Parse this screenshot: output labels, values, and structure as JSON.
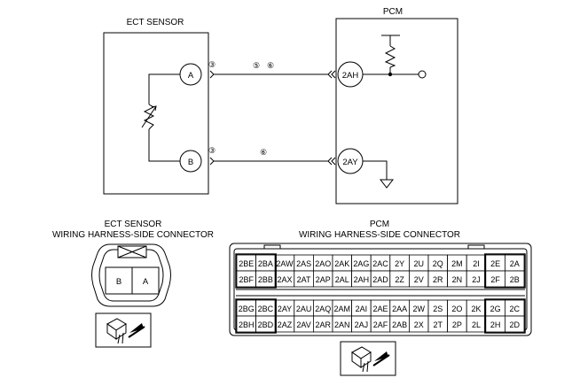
{
  "schematic": {
    "ect_sensor_title": "ECT SENSOR",
    "pcm_title": "PCM",
    "pin_a": "A",
    "pin_b": "B",
    "pin_2ah": "2AH",
    "pin_2ay": "2AY",
    "note_a_sensor": "③",
    "note_a_wire_1": "⑤",
    "note_a_wire_2": "⑥",
    "note_b_sensor": "③",
    "note_b_wire": "⑥"
  },
  "ect_connector": {
    "title_line1": "ECT SENSOR",
    "title_line2": "WIRING HARNESS-SIDE CONNECTOR",
    "terminals": [
      "B",
      "A"
    ]
  },
  "pcm_connector": {
    "title_line1": "PCM",
    "title_line2": "WIRING HARNESS-SIDE CONNECTOR",
    "rows": [
      [
        "2BE",
        "2BA",
        "2AW",
        "2AS",
        "2AO",
        "2AK",
        "2AG",
        "2AC",
        "2Y",
        "2U",
        "2Q",
        "2M",
        "2I",
        "2E",
        "2A"
      ],
      [
        "2BF",
        "2BB",
        "2AX",
        "2AT",
        "2AP",
        "2AL",
        "2AH",
        "2AD",
        "2Z",
        "2V",
        "2R",
        "2N",
        "2J",
        "2F",
        "2B"
      ],
      [
        "2BG",
        "2BC",
        "2AY",
        "2AU",
        "2AQ",
        "2AM",
        "2AI",
        "2AE",
        "2AA",
        "2W",
        "2S",
        "2O",
        "2K",
        "2G",
        "2C"
      ],
      [
        "2BH",
        "2BD",
        "2AZ",
        "2AV",
        "2AR",
        "2AN",
        "2AJ",
        "2AF",
        "2AB",
        "2X",
        "2T",
        "2P",
        "2L",
        "2H",
        "2D"
      ]
    ]
  }
}
